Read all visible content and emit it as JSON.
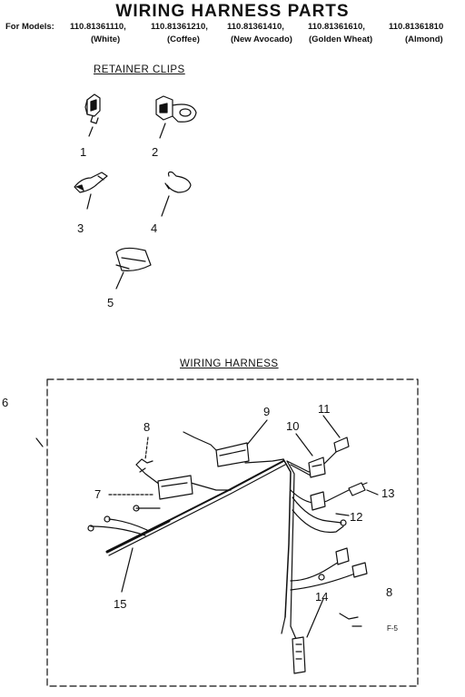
{
  "header": {
    "title": "WIRING HARNESS PARTS",
    "models_prefix": "For Models:",
    "models": [
      "110.81361110,",
      "110.81361210,",
      "110.81361410,",
      "110.81361610,",
      "110.81361810"
    ],
    "colors": [
      "(White)",
      "(Coffee)",
      "(New Avocado)",
      "(Golden Wheat)",
      "(Almond)"
    ]
  },
  "sections": {
    "retainer_clips": "RETAINER CLIPS",
    "wiring_harness": "WIRING HARNESS"
  },
  "callouts": {
    "clip1": "1",
    "clip2": "2",
    "clip3": "3",
    "clip4": "4",
    "clip5": "5",
    "harness": "6",
    "p7": "7",
    "p8a": "8",
    "p8b": "8",
    "p9": "9",
    "p10": "10",
    "p11": "11",
    "p12": "12",
    "p13": "13",
    "p14": "14",
    "p15": "15"
  },
  "corner_mark": "F-5"
}
